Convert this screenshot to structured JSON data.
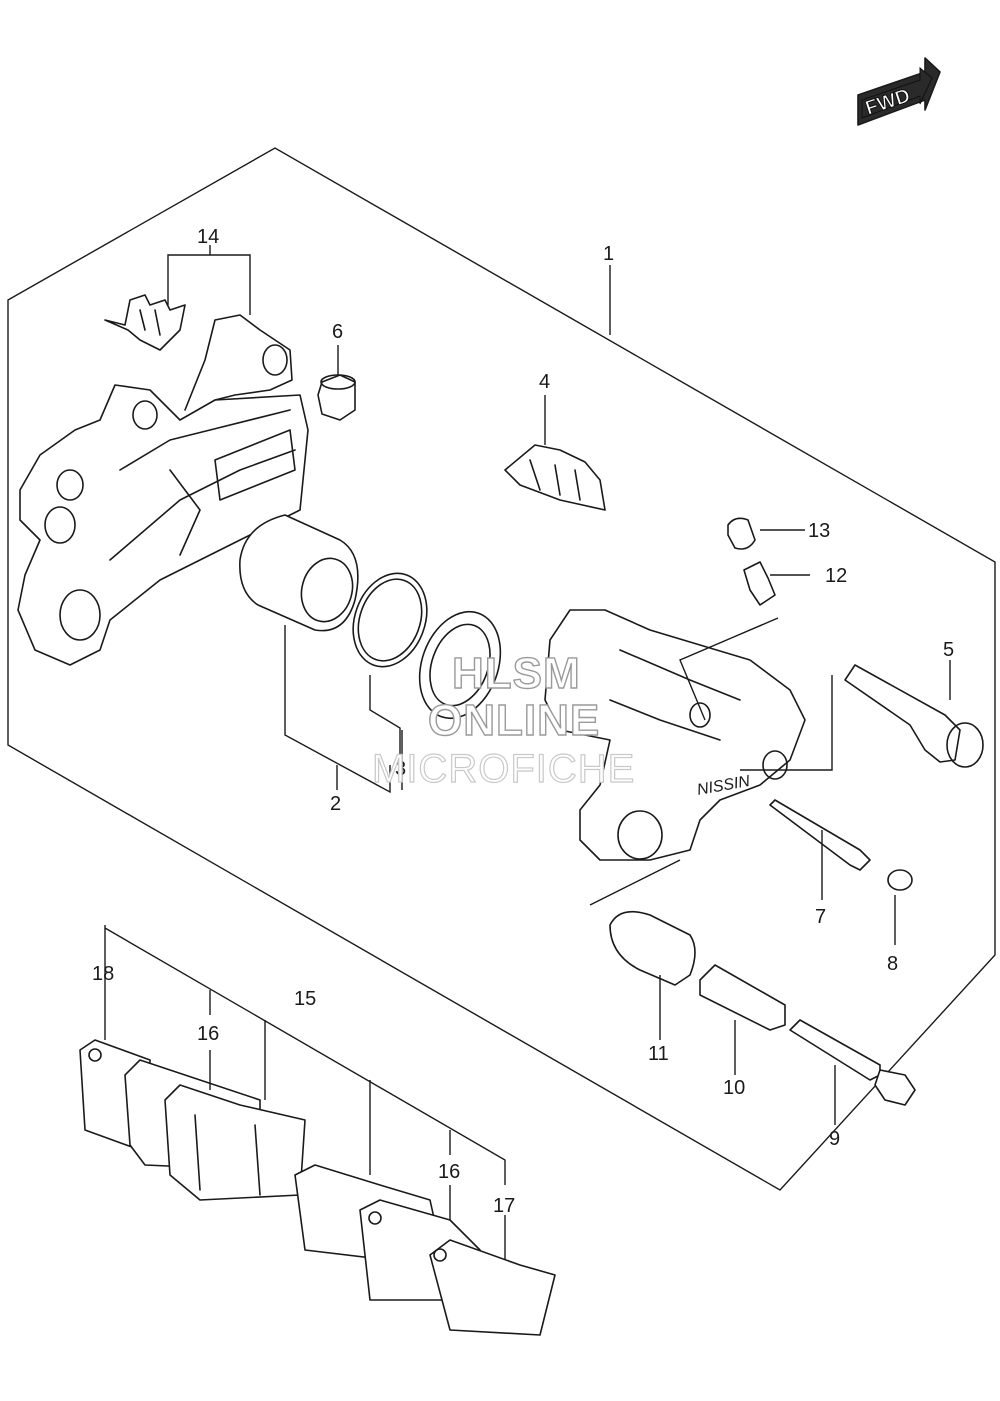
{
  "fwd_label": "FWD",
  "callouts": [
    {
      "id": "1",
      "label": "1"
    },
    {
      "id": "2",
      "label": "2"
    },
    {
      "id": "3",
      "label": "3"
    },
    {
      "id": "4",
      "label": "4"
    },
    {
      "id": "5",
      "label": "5"
    },
    {
      "id": "6",
      "label": "6"
    },
    {
      "id": "7",
      "label": "7"
    },
    {
      "id": "8",
      "label": "8"
    },
    {
      "id": "9",
      "label": "9"
    },
    {
      "id": "10",
      "label": "10"
    },
    {
      "id": "11",
      "label": "11"
    },
    {
      "id": "12",
      "label": "12"
    },
    {
      "id": "13",
      "label": "13"
    },
    {
      "id": "14",
      "label": "14"
    },
    {
      "id": "15",
      "label": "15"
    },
    {
      "id": "16a",
      "label": "16"
    },
    {
      "id": "16b",
      "label": "16"
    },
    {
      "id": "17",
      "label": "17"
    },
    {
      "id": "18",
      "label": "18"
    }
  ],
  "watermark": {
    "line1": "HLSM",
    "line2": "ONLINE",
    "line3": "MICROFICHE"
  }
}
